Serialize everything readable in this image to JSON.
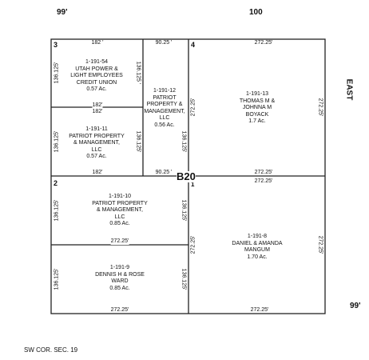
{
  "roads": {
    "top_left": "99'",
    "top_center": "100",
    "right": "EAST",
    "bottom_right": "99'"
  },
  "corner_note": "SW COR. SEC. 19",
  "block_label": "B20",
  "block_numbers": {
    "n1": "1",
    "n2": "2",
    "n3": "3",
    "n4": "4"
  },
  "lots": {
    "lot54": {
      "id": "1-191-54",
      "owner1": "UTAH POWER &",
      "owner2": "LIGHT EMPLOYEES",
      "owner3": "CREDIT UNION",
      "area": "0.57 Ac."
    },
    "lot12": {
      "id": "1-191-12",
      "owner1": "PATRIOT",
      "owner2": "PROPERTY &",
      "owner3": "MANAGEMENT,",
      "owner4": "LLC",
      "area": "0.56 Ac."
    },
    "lot13": {
      "id": "1-191-13",
      "owner1": "THOMAS M &",
      "owner2": "JOHNNA M",
      "owner3": "BOYACK",
      "area": "1.7 Ac."
    },
    "lot11": {
      "id": "1-191-11",
      "owner1": "PATRIOT PROPERTY",
      "owner2": "& MANAGEMENT,",
      "owner3": "LLC",
      "area": "0.57 Ac."
    },
    "lot10": {
      "id": "1-191-10",
      "owner1": "PATRIOT PROPERTY",
      "owner2": "& MANAGEMENT,",
      "owner3": "LLC",
      "area": "0.85 Ac."
    },
    "lot8": {
      "id": "1-191-8",
      "owner1": "DANIEL & AMANDA",
      "owner2": "MANGUM",
      "area": "1.70 Ac."
    },
    "lot9": {
      "id": "1-191-9",
      "owner1": "DENNIS H & ROSE",
      "owner2": "WARD",
      "area": "0.85 Ac."
    }
  },
  "dims": {
    "d182": "182 '",
    "d182b": "182'",
    "d9025a": "90.25 '",
    "d9025b": "90.25 '",
    "d27225": "272.25'",
    "d136a": "136.125'",
    "d136b": "136.125 '",
    "d136c": "136.125'"
  }
}
